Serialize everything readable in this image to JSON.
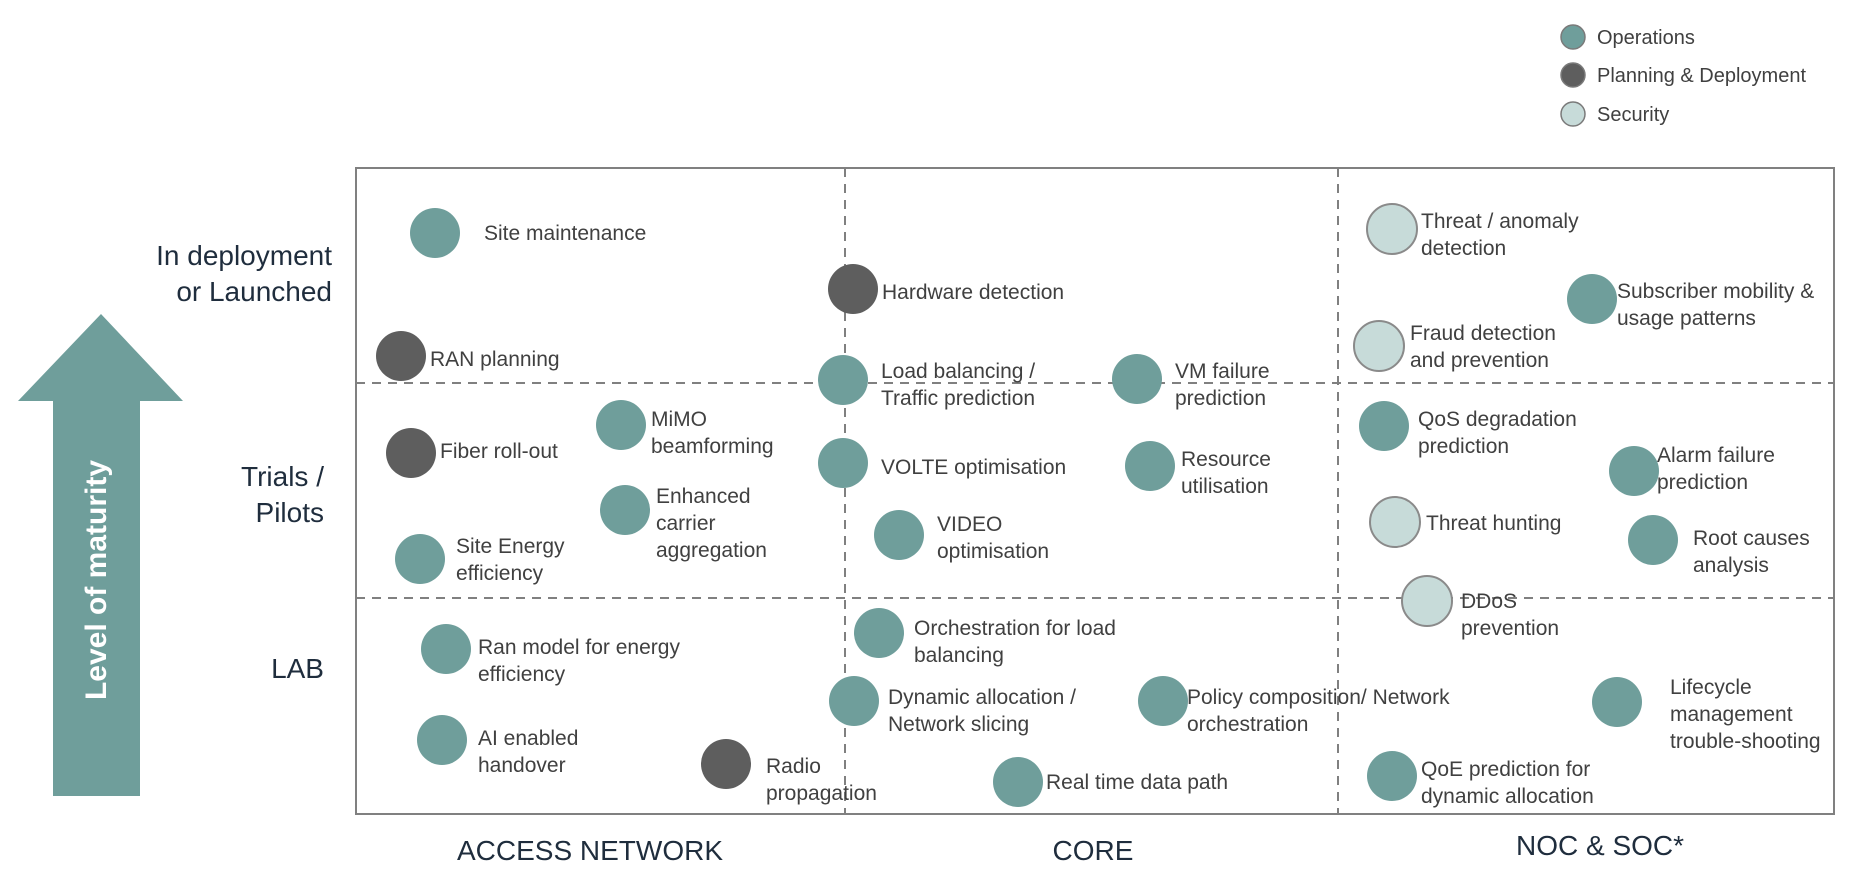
{
  "colors": {
    "operations": "#6f9e9b",
    "planning": "#5e5e5e",
    "security": "#c7dbd9",
    "arrow": "#6f9e9b",
    "grid": "#808080"
  },
  "legend": [
    {
      "label": "Operations",
      "category": "operations"
    },
    {
      "label": "Planning & Deployment",
      "category": "planning"
    },
    {
      "label": "Security",
      "category": "security"
    }
  ],
  "axis_label": "Level of maturity",
  "rows": [
    {
      "lines": [
        "In deployment",
        "or Launched"
      ]
    },
    {
      "lines": [
        "Trials /",
        "Pilots"
      ]
    },
    {
      "lines": [
        "LAB"
      ]
    }
  ],
  "columns": [
    "ACCESS NETWORK",
    "CORE",
    "NOC & SOC*"
  ],
  "items": [
    {
      "name": "site-maintenance",
      "lines": [
        "Site maintenance"
      ],
      "category": "operations"
    },
    {
      "name": "ran-planning",
      "lines": [
        "RAN planning"
      ],
      "category": "planning"
    },
    {
      "name": "hardware-detection",
      "lines": [
        "Hardware detection"
      ],
      "category": "planning"
    },
    {
      "name": "load-balancing",
      "lines": [
        "Load balancing /",
        "Traffic prediction"
      ],
      "category": "operations"
    },
    {
      "name": "vm-failure",
      "lines": [
        "VM failure",
        "prediction"
      ],
      "category": "operations"
    },
    {
      "name": "threat-anomaly",
      "lines": [
        "Threat / anomaly",
        "detection"
      ],
      "category": "security"
    },
    {
      "name": "subscriber-mobility",
      "lines": [
        "Subscriber mobility &",
        "usage patterns"
      ],
      "category": "operations"
    },
    {
      "name": "fraud-detection",
      "lines": [
        "Fraud detection",
        "and prevention"
      ],
      "category": "security"
    },
    {
      "name": "mimo",
      "lines": [
        "MiMO",
        "beamforming"
      ],
      "category": "operations"
    },
    {
      "name": "fiber-rollout",
      "lines": [
        "Fiber roll-out"
      ],
      "category": "planning"
    },
    {
      "name": "enhanced-carrier",
      "lines": [
        "Enhanced",
        "carrier",
        "aggregation"
      ],
      "category": "operations"
    },
    {
      "name": "site-energy",
      "lines": [
        "Site Energy",
        "efficiency"
      ],
      "category": "operations"
    },
    {
      "name": "volte",
      "lines": [
        "VOLTE optimisation"
      ],
      "category": "operations"
    },
    {
      "name": "resource-utilisation",
      "lines": [
        "Resource",
        "utilisation"
      ],
      "category": "operations"
    },
    {
      "name": "video",
      "lines": [
        "VIDEO",
        "optimisation"
      ],
      "category": "operations"
    },
    {
      "name": "qos",
      "lines": [
        "QoS degradation",
        "prediction"
      ],
      "category": "operations"
    },
    {
      "name": "alarm-failure",
      "lines": [
        "Alarm failure",
        "prediction"
      ],
      "category": "operations"
    },
    {
      "name": "threat-hunting",
      "lines": [
        "Threat hunting"
      ],
      "category": "security"
    },
    {
      "name": "root-causes",
      "lines": [
        "Root causes",
        "analysis"
      ],
      "category": "operations"
    },
    {
      "name": "ddos",
      "lines": [
        "DDoS",
        "prevention"
      ],
      "category": "security"
    },
    {
      "name": "ran-model",
      "lines": [
        "Ran model for energy",
        "efficiency"
      ],
      "category": "operations"
    },
    {
      "name": "ai-handover",
      "lines": [
        "AI enabled",
        "handover"
      ],
      "category": "operations"
    },
    {
      "name": "radio-propagation",
      "lines": [
        "Radio",
        "propagation"
      ],
      "category": "planning"
    },
    {
      "name": "orchestration",
      "lines": [
        "Orchestration for load",
        "balancing"
      ],
      "category": "operations"
    },
    {
      "name": "dynamic-allocation",
      "lines": [
        "Dynamic allocation /",
        "Network slicing"
      ],
      "category": "operations"
    },
    {
      "name": "policy-composition",
      "lines": [
        "Policy composition/ Network",
        "orchestration"
      ],
      "category": "operations"
    },
    {
      "name": "real-time",
      "lines": [
        "Real time data path"
      ],
      "category": "operations"
    },
    {
      "name": "lifecycle",
      "lines": [
        "Lifecycle",
        "management",
        "trouble-shooting"
      ],
      "category": "operations"
    },
    {
      "name": "qoe",
      "lines": [
        "QoE prediction for",
        "dynamic allocation"
      ],
      "category": "operations"
    }
  ]
}
